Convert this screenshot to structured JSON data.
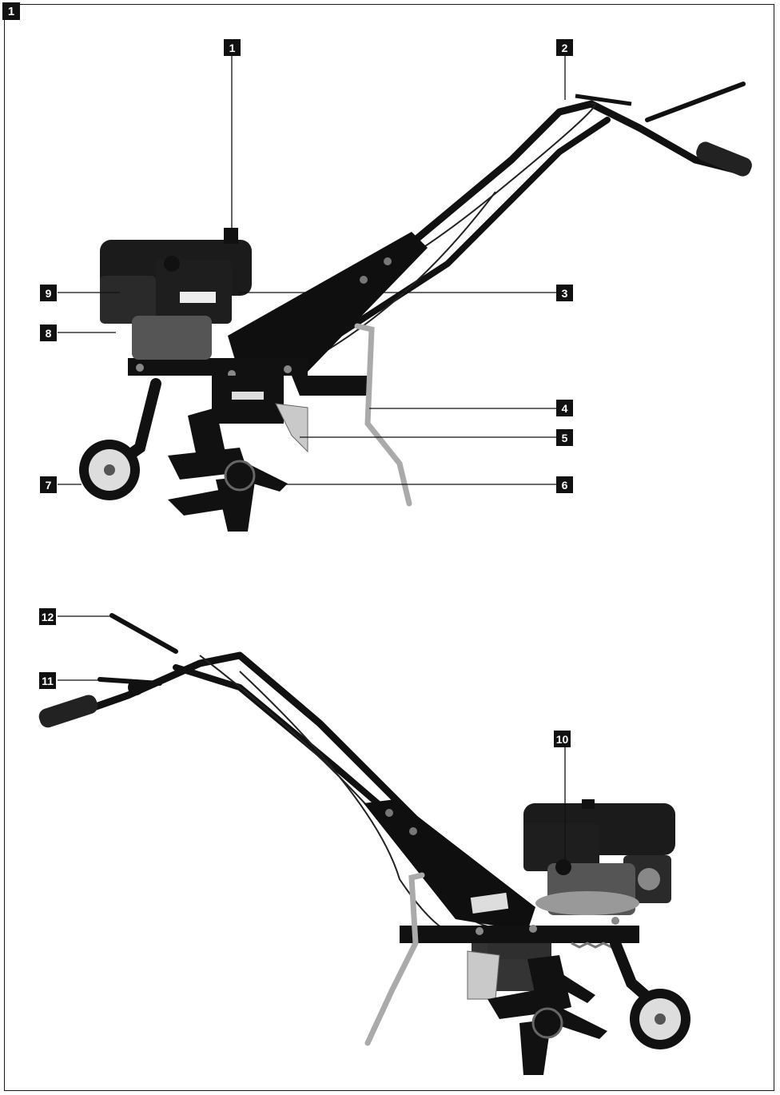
{
  "figure": {
    "label": "1"
  },
  "callouts": {
    "c1": "1",
    "c2": "2",
    "c3": "3",
    "c4": "4",
    "c5": "5",
    "c6": "6",
    "c7": "7",
    "c8": "8",
    "c9": "9",
    "c10": "10",
    "c11": "11",
    "c12": "12"
  },
  "colors": {
    "ink": "#111111",
    "metal": "#c9c9c9",
    "frame": "#1a1a1a"
  }
}
